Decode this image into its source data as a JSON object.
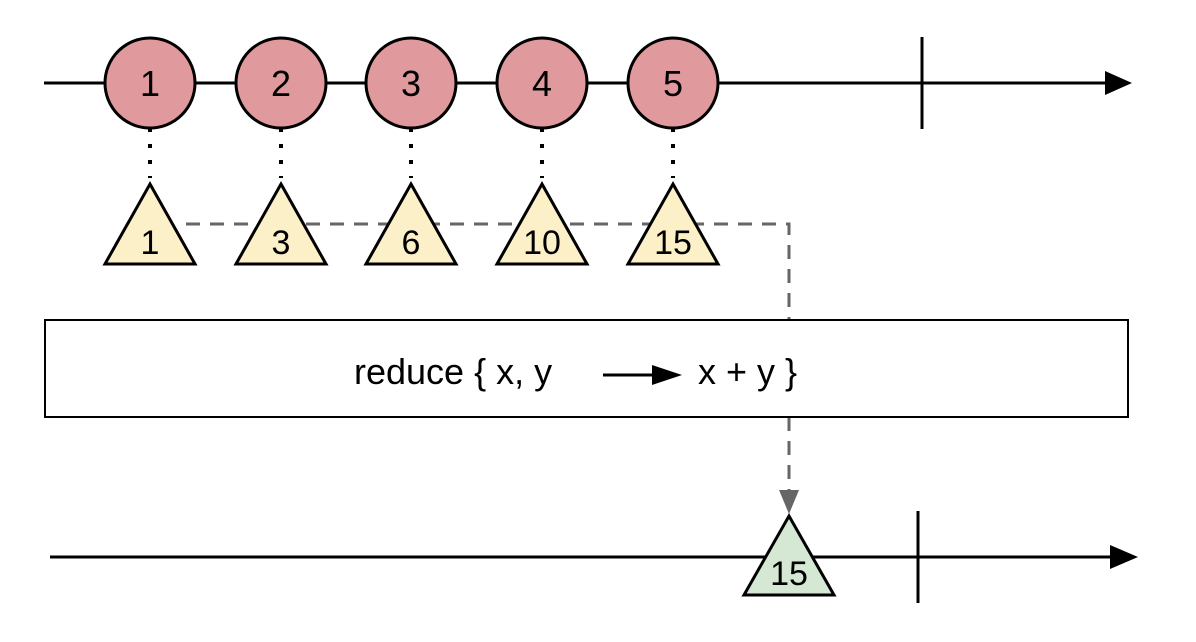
{
  "source_items": [
    "1",
    "2",
    "3",
    "4",
    "5"
  ],
  "accumulator_items": [
    "1",
    "3",
    "6",
    "10",
    "15"
  ],
  "operator_label": "reduce { x, y",
  "operator_result": "x + y }",
  "output_items": [
    "15"
  ],
  "colors": {
    "source_fill": "#e09a9d",
    "accumulator_fill": "#fcf0c8",
    "output_fill": "#d5e8d4",
    "line": "#000000",
    "dashed": "#666666"
  }
}
